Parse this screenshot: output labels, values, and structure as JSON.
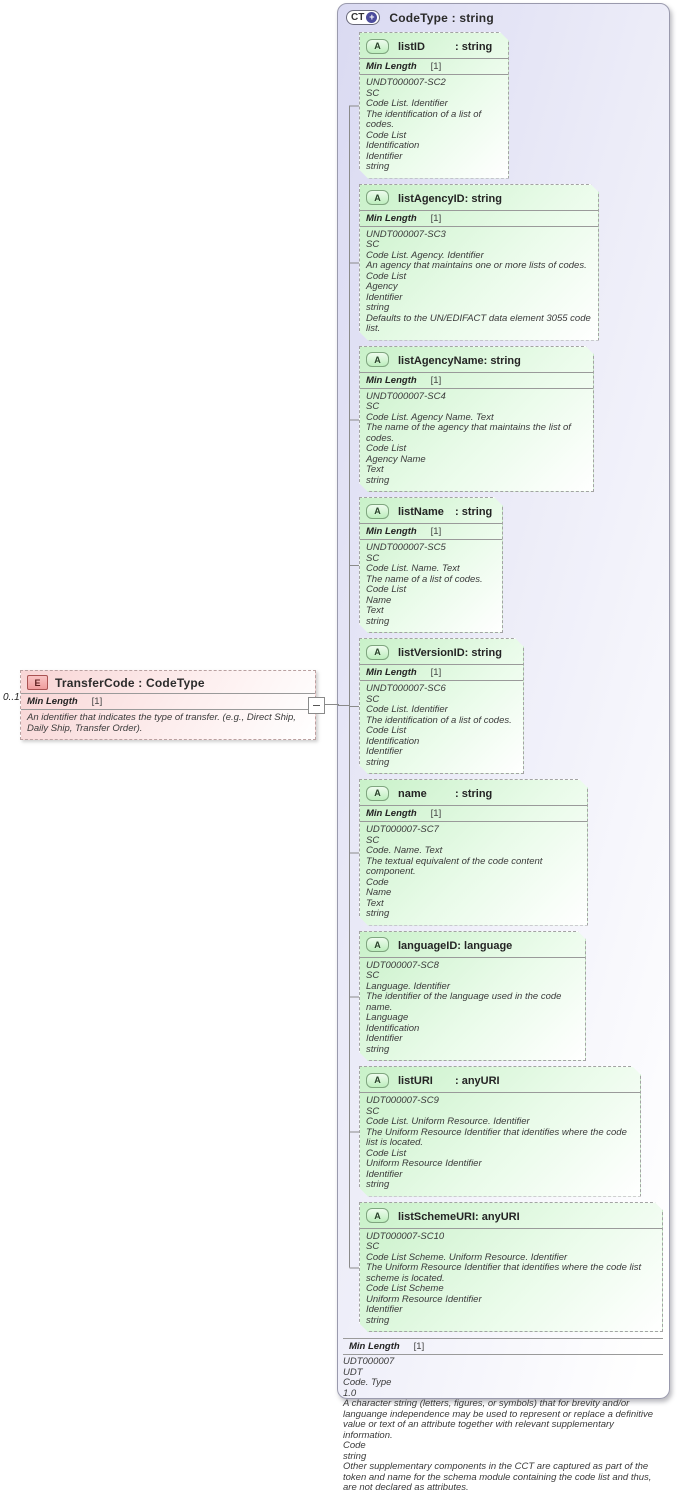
{
  "colors": {
    "container_fill": "#dadaf2",
    "attribute_fill": "#c9f1c9",
    "element_fill": "#f8d5d5",
    "icon_plus_circle": "#4c4c9c",
    "connector_line": "#8a8a8a"
  },
  "element": {
    "icon_label": "E",
    "title": "TransferCode : CodeType",
    "cardinality": "0..1",
    "facet_name": "Min Length",
    "facet_value": "[1]",
    "annotation": "An identifier that indicates the type of transfer. (e.g.,  Direct Ship, Daily Ship, Transfer Order)."
  },
  "complex_type": {
    "icon_label": "CT",
    "icon_plus": "+",
    "title": "CodeType : string",
    "attr_icon_label": "A",
    "attributes": [
      {
        "name": "listID",
        "type": ": string",
        "facet_name": "Min Length",
        "facet_value": "[1]",
        "annotation_lines": [
          "UNDT000007-SC2",
          "SC",
          "Code List. Identifier",
          "The identification of a list of codes.",
          "Code List",
          "Identification",
          "Identifier",
          "string"
        ]
      },
      {
        "name": "listAgencyID",
        "type": ": string",
        "facet_name": "Min Length",
        "facet_value": "[1]",
        "annotation_lines": [
          "UNDT000007-SC3",
          "SC",
          "Code List. Agency. Identifier",
          "An agency that maintains one or more lists of codes.",
          "Code List",
          "Agency",
          "Identifier",
          "string",
          "Defaults to the UN/EDIFACT data element 3055 code list."
        ]
      },
      {
        "name": "listAgencyName",
        "type": ": string",
        "facet_name": "Min Length",
        "facet_value": "[1]",
        "annotation_lines": [
          "UNDT000007-SC4",
          "SC",
          "Code List. Agency Name. Text",
          "The name of the agency that maintains the list of codes.",
          "Code List",
          "Agency Name",
          "Text",
          "string"
        ]
      },
      {
        "name": "listName",
        "type": ": string",
        "facet_name": "Min Length",
        "facet_value": "[1]",
        "annotation_lines": [
          "UNDT000007-SC5",
          "SC",
          "Code List. Name. Text",
          "The name of a list of codes.",
          "Code List",
          "Name",
          "Text",
          "string"
        ]
      },
      {
        "name": "listVersionID",
        "type": ": string",
        "facet_name": "Min Length",
        "facet_value": "[1]",
        "annotation_lines": [
          "UNDT000007-SC6",
          "SC",
          "Code List. Identifier",
          "The identification of a list of codes.",
          "Code List",
          "Identification",
          "Identifier",
          "string"
        ]
      },
      {
        "name": "name",
        "type": ": string",
        "facet_name": "Min Length",
        "facet_value": "[1]",
        "annotation_lines": [
          "UDT000007-SC7",
          "SC",
          "Code. Name. Text",
          "The textual equivalent of the code content component.",
          "Code",
          "Name",
          "Text",
          "string"
        ]
      },
      {
        "name": "languageID",
        "type": ": language",
        "facet_name": null,
        "facet_value": null,
        "annotation_lines": [
          "UDT000007-SC8",
          "SC",
          "Language. Identifier",
          "The identifier of the language used in the code name.",
          "Language",
          "Identification",
          "Identifier",
          "string"
        ]
      },
      {
        "name": "listURI",
        "type": ": anyURI",
        "facet_name": null,
        "facet_value": null,
        "annotation_lines": [
          "UDT000007-SC9",
          "SC",
          "Code List. Uniform Resource. Identifier",
          "The Uniform Resource Identifier that identifies where the code list is located.",
          "Code List",
          "Uniform Resource Identifier",
          "Identifier",
          "string"
        ]
      },
      {
        "name": "listSchemeURI",
        "type": ": anyURI",
        "facet_name": null,
        "facet_value": null,
        "annotation_lines": [
          "UDT000007-SC10",
          "SC",
          "Code List Scheme. Uniform Resource. Identifier",
          "The Uniform Resource Identifier that identifies where the code list scheme is located.",
          "Code List Scheme",
          "Uniform Resource Identifier",
          "Identifier",
          "string"
        ]
      }
    ],
    "facet_name": "Min Length",
    "facet_value": "[1]",
    "annotation_lines": [
      "UDT000007",
      "UDT",
      "Code. Type",
      "1.0",
      "A character string (letters, figures, or symbols) that for brevity and/or languange independence may be used to represent or replace a definitive value or text of an attribute together with relevant supplementary information.",
      "Code",
      "string",
      "Other supplementary components in the CCT are captured as part of the token and name for the schema module containing the code list and thus, are not declared as attributes."
    ]
  }
}
